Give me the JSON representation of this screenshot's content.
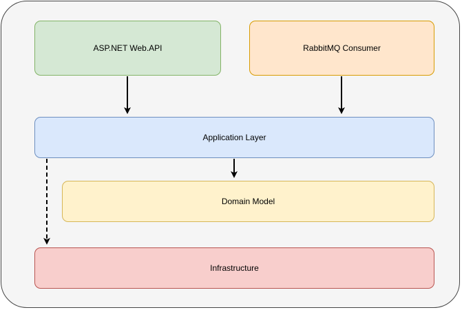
{
  "diagram": {
    "nodes": [
      {
        "id": "n-web",
        "name": "webapi-node",
        "label": "ASP.NET Web.API",
        "fill": "#d5e8d4",
        "stroke": "#82b366"
      },
      {
        "id": "n-rmq",
        "name": "rabbitmq-node",
        "label": "RabbitMQ Consumer",
        "fill": "#ffe6cc",
        "stroke": "#d79b00"
      },
      {
        "id": "n-app",
        "name": "application-node",
        "label": "Application Layer",
        "fill": "#dae8fc",
        "stroke": "#6c8ebf"
      },
      {
        "id": "n-dom",
        "name": "domain-node",
        "label": "Domain Model",
        "fill": "#fff2cc",
        "stroke": "#d6b656"
      },
      {
        "id": "n-infra",
        "name": "infra-node",
        "label": "Infrastructure",
        "fill": "#f8cecc",
        "stroke": "#b85450"
      }
    ],
    "edges": [
      {
        "from": "ASP.NET Web.API",
        "to": "Application Layer",
        "style": "solid"
      },
      {
        "from": "RabbitMQ Consumer",
        "to": "Application Layer",
        "style": "solid"
      },
      {
        "from": "Application Layer",
        "to": "Domain Model",
        "style": "solid"
      },
      {
        "from": "Application Layer",
        "to": "Infrastructure",
        "style": "dashed"
      }
    ],
    "colors": {
      "container_fill": "#f5f5f5",
      "edge": "#000000"
    }
  }
}
